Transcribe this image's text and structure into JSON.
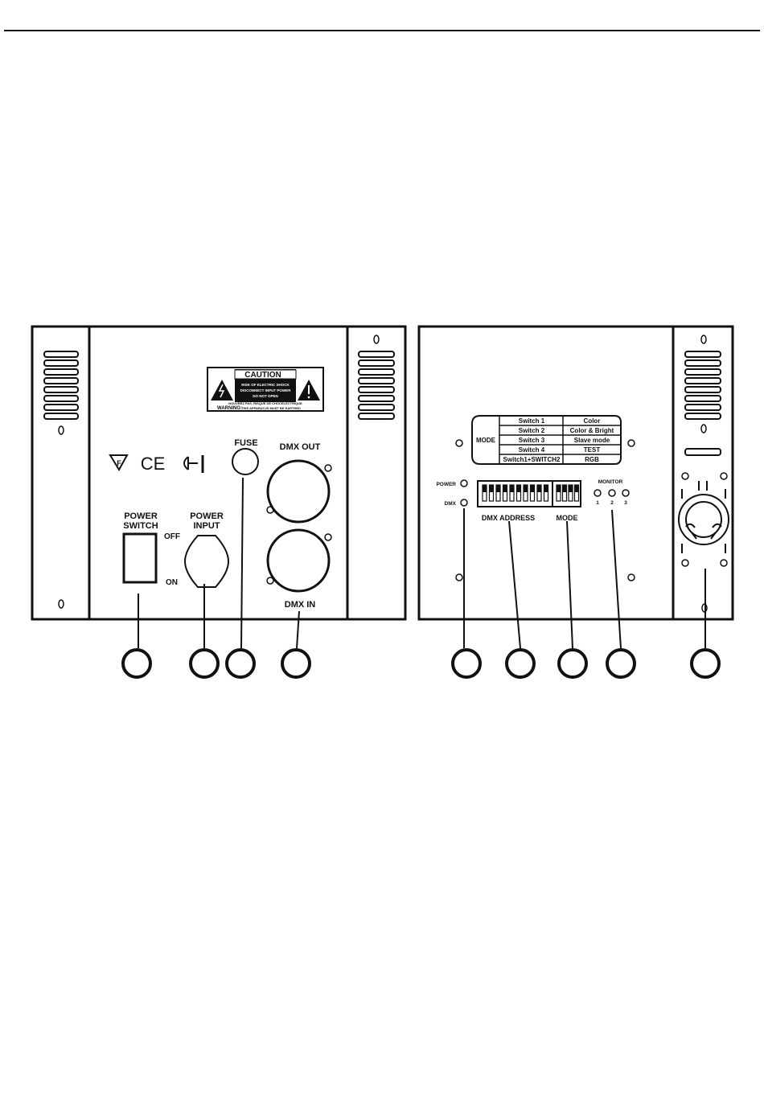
{
  "caution_label": {
    "title": "CAUTION",
    "line1": "RISK OF ELECTRIC SHOCK",
    "line2": "DISCONNECT INPUT POWER",
    "line3": "DO NOT OPEN",
    "line4": "NOUVREZ PAS, RISQUE DE CHOCELECTRIQUE",
    "warning_prefix": "WARNING:",
    "warning_text": "THIS APPARATUS MUST BE EARTHED"
  },
  "left_panel": {
    "fuse": "FUSE",
    "dmx_out": "DMX OUT",
    "dmx_in": "DMX IN",
    "power_switch_line1": "POWER",
    "power_switch_line2": "SWITCH",
    "off": "OFF",
    "on": "ON",
    "power_input_line1": "POWER",
    "power_input_line2": "INPUT",
    "ce_mark": "CE",
    "f_mark": "F"
  },
  "right_panel": {
    "mode_label": "MODE",
    "mode_table": [
      {
        "switch": "Switch 1",
        "function": "Color"
      },
      {
        "switch": "Switch 2",
        "function": "Color & Bright"
      },
      {
        "switch": "Switch 3",
        "function": "Slave mode"
      },
      {
        "switch": "Switch 4",
        "function": "TEST"
      },
      {
        "switch": "Switch1+SWITCH2",
        "function": "RGB"
      }
    ],
    "power_led": "POWER",
    "dmx_led": "DMX",
    "dmx_address": "DMX ADDRESS",
    "mode_dip": "MODE",
    "monitor": "MONITOR",
    "monitor_leds": [
      "1",
      "2",
      "3"
    ]
  }
}
